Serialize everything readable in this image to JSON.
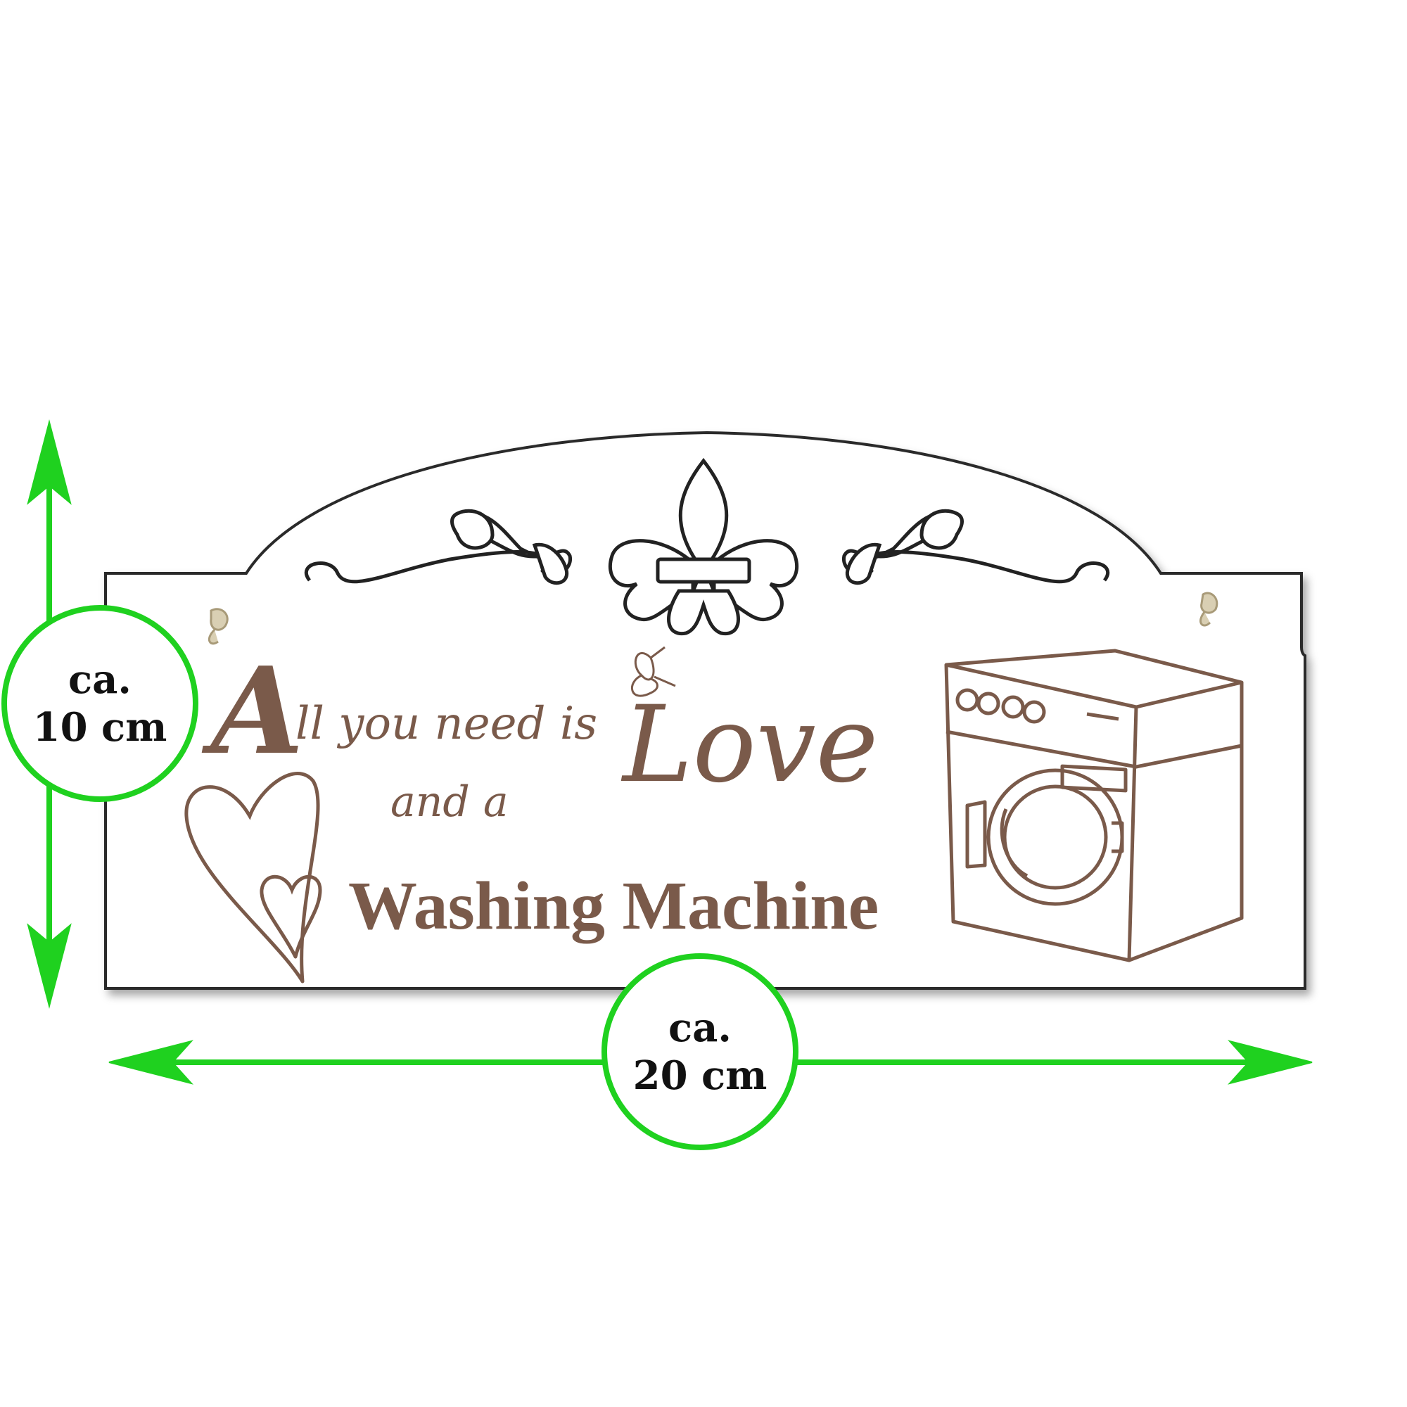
{
  "sign": {
    "line1_initial": "A",
    "line1_rest": "ll you need is",
    "love": "Love",
    "line2": "and a",
    "title": "Washing Machine"
  },
  "dimensions": {
    "height": {
      "prefix": "ca.",
      "value": "10 cm"
    },
    "width": {
      "prefix": "ca.",
      "value": "20 cm"
    }
  },
  "colors": {
    "accent": "#1fd11f",
    "text": "#7a5a4a",
    "dim_text": "#111111"
  },
  "icons": [
    "fleur-de-lis-icon",
    "heart-icon",
    "butterfly-icon",
    "washing-machine-icon",
    "arrow-icon"
  ]
}
